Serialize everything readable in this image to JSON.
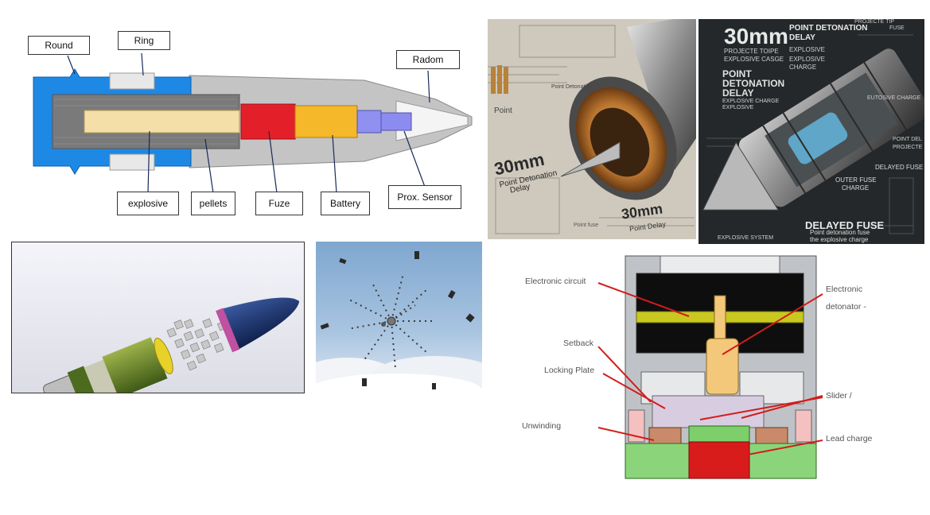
{
  "cutaway": {
    "labels": {
      "round": "Round",
      "ring": "Ring",
      "radom": "Radom",
      "explosive": "explosive",
      "pellets": "pellets",
      "fuze": "Fuze",
      "battery": "Battery",
      "prox_sensor": "Prox. Sensor"
    },
    "colors": {
      "casing": "#1e88e5",
      "ogive": "#bdbdbd",
      "explosive": "#f5dfa8",
      "fuze": "#e3202a",
      "battery": "#f5b82a",
      "sensor": "#8c8cf0"
    }
  },
  "art_left": {
    "title_30mm": "30mm",
    "title_pd": "Point Detonation",
    "title_delay": "Delay",
    "point": "Point",
    "pd_small": "Point Detonation",
    "corner_30mm": "30mm",
    "corner_delay": "Point Delay",
    "fuse_small": "Point fuse"
  },
  "art_right": {
    "big_30mm": "30mm",
    "pd_delay_head": "POINT DETONATION",
    "pd_delay_head2": "DELAY",
    "projectile_tip": "PROJECTE TIP",
    "fuse_tag": "FUSE",
    "projectile_type": "PROJECTE TOIPE",
    "explosive_case": "EXPLOSIVE CASGE",
    "pd_big": "POINT",
    "pd_big2": "DETONATION",
    "pd_big3": "DELAY",
    "exp_charge": "EXPLOSIVE CHARGE",
    "explosive": "EXPLOSIVE",
    "explosive_r": "EXPLOSIVE",
    "explosive_charge_r": "EXPLOSIVE",
    "charge_r": "CHARGE",
    "eutosive": "EUTOSIVE CHARGE",
    "point_del": "POINT DEL",
    "point_del2": "PROJECTE",
    "delayed_fuse_r": "DELAYED FUSE",
    "outer_fuse": "OUTER FUSE",
    "outer_fuse2": "CHARGE",
    "delayed_fuse_big": "DELAYED FUSE",
    "pd_fuse": "Point detonation fuse",
    "the_charge": "the explosive charge",
    "explosive_system": "EXPLOSIVE SYSTEM"
  },
  "fuze_section": {
    "electronic_circuit": "Electronic circuit",
    "electronic_detonator": "Electronic",
    "detonator_2": "detonator -",
    "setback": "Setback",
    "locking_plate": "Locking Plate",
    "slider": "Slider /",
    "unwinding": "Unwinding",
    "lead_charge": "Lead charge"
  }
}
